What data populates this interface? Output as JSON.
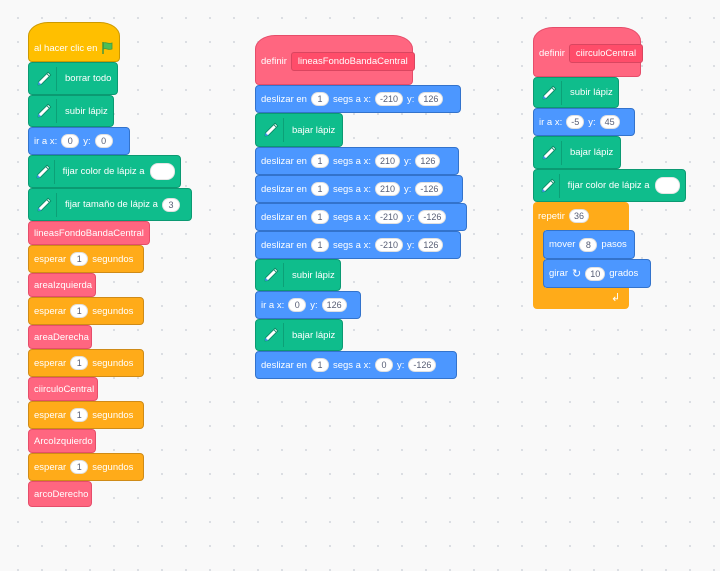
{
  "stack1": {
    "when_flag_clicked": "al hacer clic en",
    "clear": "borrar todo",
    "pen_up": "subir lápiz",
    "go_to": {
      "label": "ir a x:",
      "x": "0",
      "y_label": "y:",
      "y": "0"
    },
    "set_color": "fijar color de lápiz a",
    "set_size": {
      "label": "fijar tamaño de lápiz a",
      "value": "3"
    },
    "call_1": "lineasFondoBandaCentral",
    "wait_1": {
      "label": "esperar",
      "value": "1",
      "unit": "segundos"
    },
    "call_2": "areaIzquierda",
    "wait_2": {
      "label": "esperar",
      "value": "1",
      "unit": "segundos"
    },
    "call_3": "areaDerecha",
    "wait_3": {
      "label": "esperar",
      "value": "1",
      "unit": "segundos"
    },
    "call_4": "ciirculoCentral",
    "wait_4": {
      "label": "esperar",
      "value": "1",
      "unit": "segundos"
    },
    "call_5": "ArcoIzquierdo",
    "wait_5": {
      "label": "esperar",
      "value": "1",
      "unit": "segundos"
    },
    "call_6": "arcoDerecho"
  },
  "stack2": {
    "define": "definir",
    "name": "lineasFondoBandaCentral",
    "glide_label": "deslizar en",
    "secs_label": "segs a x:",
    "y_label": "y:",
    "pen_down": "bajar lápiz",
    "pen_up": "subir lápiz",
    "go_to_label": "ir a x:",
    "glide_1": {
      "t": "1",
      "x": "-210",
      "y": "126"
    },
    "glide_2": {
      "t": "1",
      "x": "210",
      "y": "126"
    },
    "glide_3": {
      "t": "1",
      "x": "210",
      "y": "-126"
    },
    "glide_4": {
      "t": "1",
      "x": "-210",
      "y": "-126"
    },
    "glide_5": {
      "t": "1",
      "x": "-210",
      "y": "126"
    },
    "go_to": {
      "x": "0",
      "y": "126"
    },
    "glide_6": {
      "t": "1",
      "x": "0",
      "y": "-126"
    }
  },
  "stack3": {
    "define": "definir",
    "name": "ciirculoCentral",
    "pen_up": "subir lápiz",
    "go_to": {
      "label": "ir a x:",
      "x": "-5",
      "y_label": "y:",
      "y": "45"
    },
    "pen_down": "bajar lápiz",
    "set_color": "fijar color de lápiz a",
    "repeat": {
      "label": "repetir",
      "value": "36"
    },
    "move": {
      "label": "mover",
      "value": "8",
      "unit": "pasos"
    },
    "turn": {
      "label": "girar",
      "value": "10",
      "unit": "grados"
    }
  },
  "icons": {
    "flag": "green-flag-icon",
    "pen": "pen-icon",
    "turn": "rotate-right-icon",
    "loop": "loop-arrow-icon"
  },
  "colors": {
    "pen": "#0fbd8c",
    "motion": "#4c97ff",
    "custom": "#ff6680",
    "control": "#ffab19",
    "events": "#ffbf00",
    "background": "#f9f9f9"
  }
}
